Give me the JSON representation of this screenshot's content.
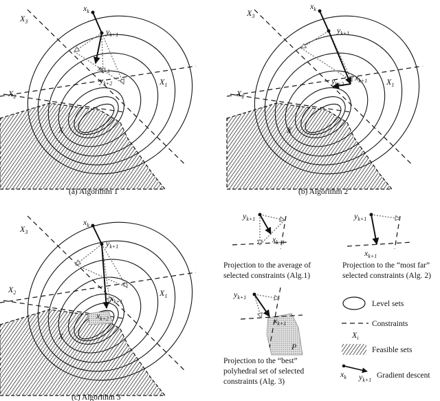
{
  "panels": [
    {
      "id": "a",
      "caption": "(a) Algorithm 1"
    },
    {
      "id": "b",
      "caption": "(b) Algorithm 2"
    },
    {
      "id": "c",
      "caption": "(c) Algorithm 3"
    }
  ],
  "labels": {
    "x3": "X",
    "x3_sub": "3",
    "x2": "X",
    "x2_sub": "2",
    "x1": "X",
    "x1_sub": "1",
    "xset": "X",
    "xk": "x",
    "xk_sub": "k",
    "yk1": "y",
    "yk1_sub": "k+1",
    "yk2": "y",
    "yk2_sub": "k+2",
    "xk1": "x",
    "xk1_sub": "k+1",
    "xk2": "x",
    "xk2_sub": "k+2",
    "p": "P"
  },
  "projections": [
    {
      "line1": "Projection to the average of",
      "line2": "selected constraints (Alg.1)"
    },
    {
      "line1": "Projection to the “most far”",
      "line2": "selected constraints (Alg. 2)"
    },
    {
      "line1": "Projection to the “best”",
      "line2": "polyhedral set of selected",
      "line3": "constraints (Alg. 3)"
    }
  ],
  "legend": {
    "level_sets": "Level sets",
    "constraints": "Constraints",
    "constraint_label": "X",
    "constraint_sub": "i",
    "feasible": "Feasible sets",
    "gradient": "Gradient descent"
  }
}
